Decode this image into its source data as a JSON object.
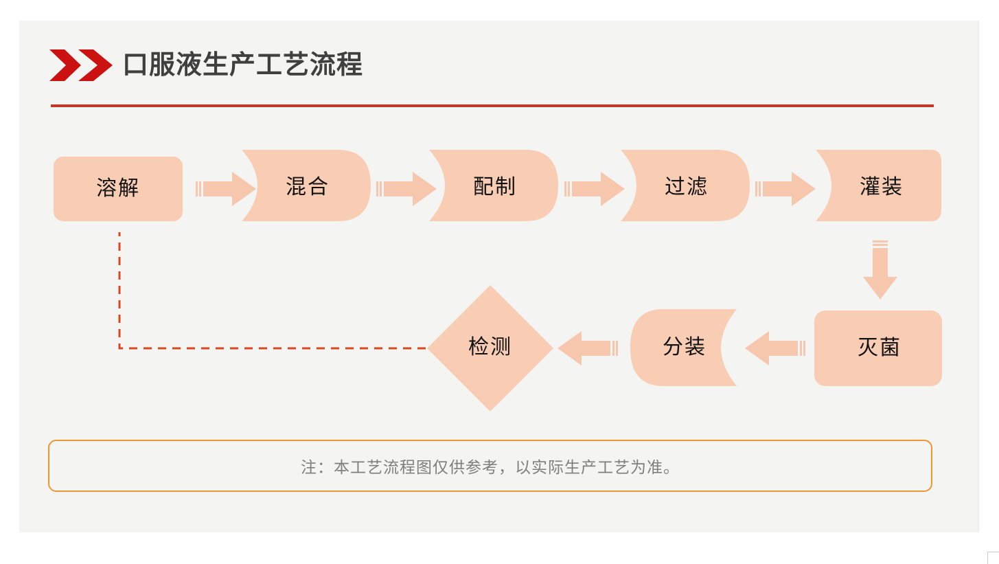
{
  "header": {
    "title": "口服液生产工艺流程",
    "icon": "double-chevron-right-icon",
    "icon_color": "#cc1111",
    "rule_color": "#c0392b",
    "title_color": "#3f3f3f"
  },
  "theme": {
    "card_bg": "#f4f4f3",
    "page_bg": "#ffffff",
    "node_fill": "#f8cdb4",
    "arrow_fill": "#f6c7ac",
    "dashed_line": "#d9481f",
    "note_border": "#f0962e",
    "note_text": "#7e7e7e",
    "node_text": "#111111"
  },
  "flow": {
    "row1": [
      {
        "id": "dissolve",
        "label": "溶解",
        "shape": "rounded-rect"
      },
      {
        "id": "mix",
        "label": "混合",
        "shape": "chevron-flag"
      },
      {
        "id": "formulate",
        "label": "配制",
        "shape": "chevron-flag"
      },
      {
        "id": "filter",
        "label": "过滤",
        "shape": "chevron-flag"
      },
      {
        "id": "fill",
        "label": "灌装",
        "shape": "chevron-flag-end"
      }
    ],
    "row2": [
      {
        "id": "sterilize",
        "label": "灭菌",
        "shape": "rounded-rect"
      },
      {
        "id": "subpackage",
        "label": "分装",
        "shape": "chevron-flag-left"
      },
      {
        "id": "inspect",
        "label": "检测",
        "shape": "diamond"
      }
    ],
    "connectors": [
      {
        "id": "dissolve-to-mix",
        "type": "arrow",
        "direction": "right"
      },
      {
        "id": "mix-to-formulate",
        "type": "arrow",
        "direction": "right"
      },
      {
        "id": "formulate-to-filter",
        "type": "arrow",
        "direction": "right"
      },
      {
        "id": "filter-to-fill",
        "type": "arrow",
        "direction": "right"
      },
      {
        "id": "fill-to-sterilize",
        "type": "arrow",
        "direction": "down"
      },
      {
        "id": "sterilize-to-subpackage",
        "type": "arrow",
        "direction": "left"
      },
      {
        "id": "subpackage-to-inspect",
        "type": "arrow",
        "direction": "left"
      },
      {
        "id": "inspect-to-dissolve",
        "type": "dashed-feedback",
        "direction": "left-up"
      }
    ]
  },
  "note": {
    "text": "注：本工艺流程图仅供参考，以实际生产工艺为准。"
  }
}
